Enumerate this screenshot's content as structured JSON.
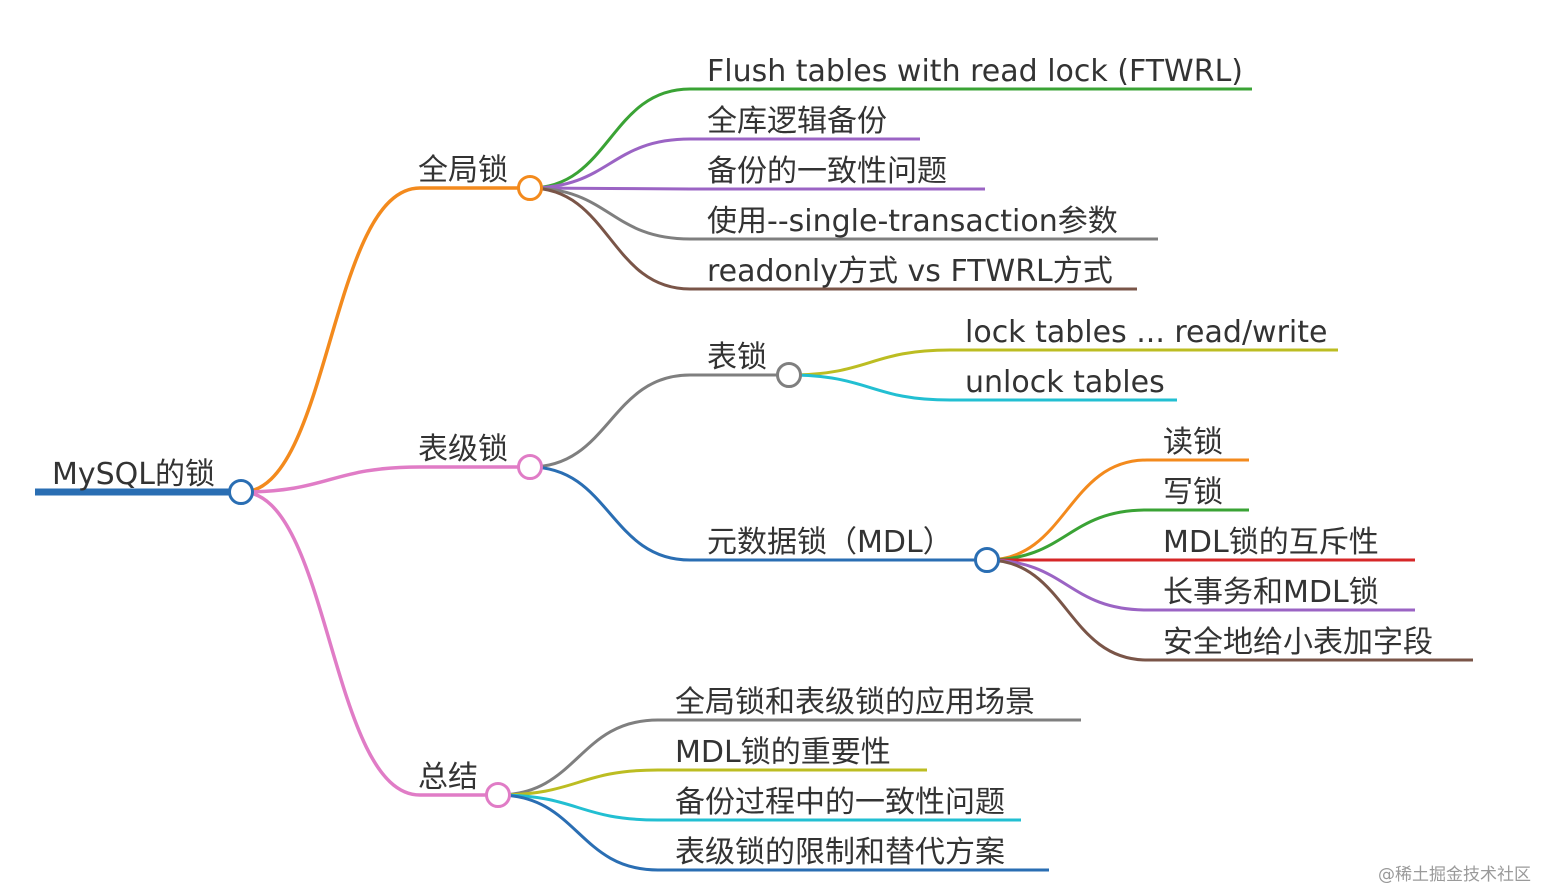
{
  "root": {
    "label": "MySQL的锁",
    "color": "#2a6eb3"
  },
  "branches": [
    {
      "label": "全局锁",
      "color": "#f38a1d",
      "children": [
        {
          "label": "Flush tables with read lock (FTWRL)",
          "color": "#3aa335"
        },
        {
          "label": "全库逻辑备份",
          "color": "#9b64c4"
        },
        {
          "label": "备份的一致性问题",
          "color": "#9b64c4"
        },
        {
          "label": "使用--single-transaction参数",
          "color": "#7f7f7f"
        },
        {
          "label": "readonly方式 vs FTWRL方式",
          "color": "#7a5548"
        }
      ]
    },
    {
      "label": "表级锁",
      "color": "#e07cc6",
      "children": [
        {
          "label": "表锁",
          "color": "#7f7f7f",
          "children": [
            {
              "label": "lock tables ... read/write",
              "color": "#bcbd22"
            },
            {
              "label": "unlock tables",
              "color": "#22bfd2"
            }
          ]
        },
        {
          "label": "元数据锁（MDL）",
          "color": "#2a6eb3",
          "children": [
            {
              "label": "读锁",
              "color": "#f38a1d"
            },
            {
              "label": "写锁",
              "color": "#3aa335"
            },
            {
              "label": "MDL锁的互斥性",
              "color": "#d62728"
            },
            {
              "label": "长事务和MDL锁",
              "color": "#9b64c4"
            },
            {
              "label": "安全地给小表加字段",
              "color": "#7a5548"
            }
          ]
        }
      ]
    },
    {
      "label": "总结",
      "color": "#e07cc6",
      "children": [
        {
          "label": "全局锁和表级锁的应用场景",
          "color": "#7f7f7f"
        },
        {
          "label": "MDL锁的重要性",
          "color": "#bcbd22"
        },
        {
          "label": "备份过程中的一致性问题",
          "color": "#22bfd2"
        },
        {
          "label": "表级锁的限制和替代方案",
          "color": "#2a6eb3"
        }
      ]
    }
  ],
  "watermark": "@稀土掘金技术社区"
}
